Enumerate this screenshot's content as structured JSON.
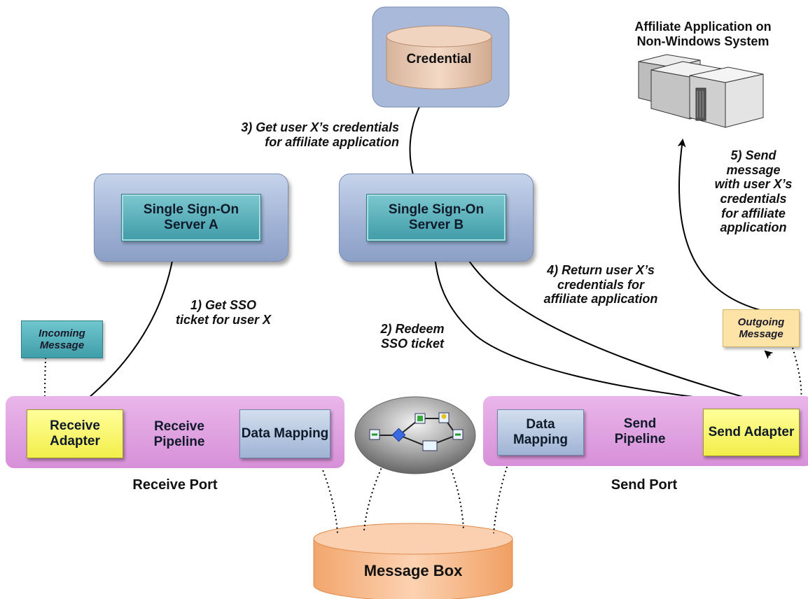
{
  "credential": {
    "label": "Credential"
  },
  "affiliate": {
    "label": "Affiliate Application on\nNon-Windows System"
  },
  "server_a": {
    "label": "Single Sign-On\nServer A"
  },
  "server_b": {
    "label": "Single Sign-On\nServer B"
  },
  "steps": {
    "step1": "1) Get SSO\nticket for user X",
    "step2": "2) Redeem\nSSO ticket",
    "step3": "3) Get user X’s credentials\nfor affiliate application",
    "step4": "4) Return user X’s\ncredentials for\naffiliate application",
    "step5": "5) Send\nmessage\nwith user X’s\ncredentials\nfor affiliate\napplication"
  },
  "notes": {
    "incoming": "Incoming\nMessage",
    "outgoing": "Outgoing\nMessage"
  },
  "receive_port": {
    "title": "Receive Port",
    "adapter": "Receive\nAdapter",
    "pipeline": "Receive\nPipeline",
    "mapping": "Data\nMapping"
  },
  "send_port": {
    "title": "Send Port",
    "mapping": "Data\nMapping",
    "pipeline": "Send\nPipeline",
    "adapter": "Send\nAdapter"
  },
  "message_box": {
    "label": "Message Box"
  },
  "colors": {
    "server_outer": "#9fb1d4",
    "server_inner": "#3f9ca8",
    "port_band": "#d790d8",
    "adapter": "#f2ee4a",
    "message_box": "#f6b98a",
    "outgoing_note": "#fde3a6",
    "incoming_note": "#4fb0bb"
  },
  "icons": {
    "orchestration": "orchestration-icon",
    "affiliate_servers": "server-rack-icon"
  }
}
